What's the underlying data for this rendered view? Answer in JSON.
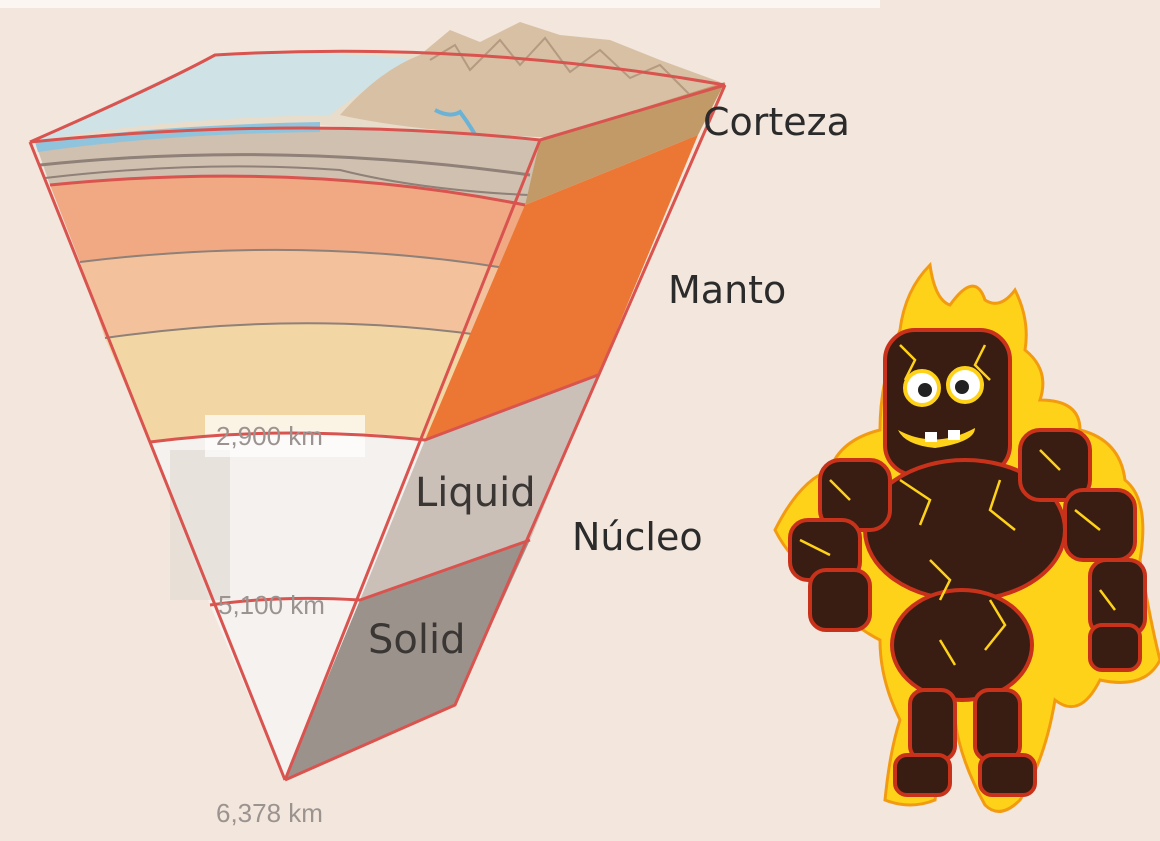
{
  "labels": {
    "crust": "Corteza",
    "mantle": "Manto",
    "core": "Núcleo",
    "liquid": "Liquid",
    "solid": "Solid"
  },
  "depths": {
    "d2900": "2,900 km",
    "d5100": "5,100 km",
    "d6378": "6,378 km"
  },
  "colors": {
    "background": "#f3e6dc",
    "outline": "#d9534f",
    "mantle_side": "#ec7634",
    "crust_side": "#c29a68",
    "liquid_core": "#cbc0b8",
    "solid_core": "#9c928c",
    "lava_glow": "#ffd21a"
  },
  "character": {
    "icon": "lava-rock-monster-icon"
  }
}
